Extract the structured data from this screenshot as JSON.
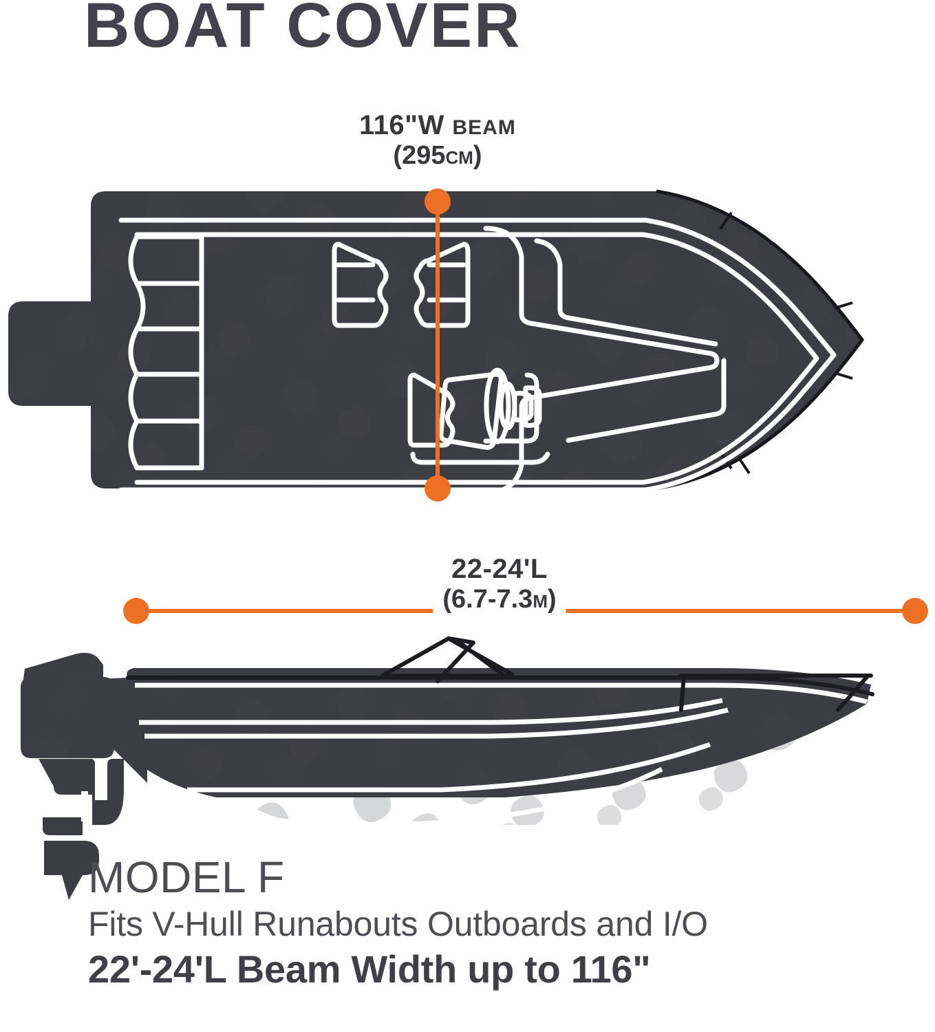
{
  "title": "BOAT COVER",
  "beam": {
    "primary": "116\"W",
    "primary_suffix": "BEAM",
    "metric": "(295",
    "metric_unit": "CM",
    "metric_close": ")"
  },
  "length": {
    "primary": "22-24'L",
    "metric": "(6.7-7.3",
    "metric_unit": "M",
    "metric_close": ")"
  },
  "model": {
    "name": "MODEL F",
    "fits": "Fits V-Hull Runabouts Outboards and I/O",
    "size": "22'-24'L Beam Width up to 116\""
  },
  "colors": {
    "accent_orange": "#ED7024",
    "cover_dark": "#3c3d43",
    "cover_dark_alt": "#35363c",
    "outline_white": "#ffffff",
    "text_dark": "#43424a",
    "rail_black": "#1c1c20"
  },
  "figures": {
    "top_view": {
      "label": "boat-cover-top-view",
      "parts": [
        "outboard-motor-block",
        "cover-body",
        "stern-bench-seats",
        "twin-facing-seats",
        "helm-console",
        "steering-wheel",
        "bow-walkway"
      ]
    },
    "side_view": {
      "label": "boat-cover-side-view",
      "parts": [
        "outboard-motor",
        "propeller-lower-unit",
        "hull",
        "hull-stripes",
        "windshield-frame",
        "bow-rail"
      ]
    }
  },
  "dimension_lines": {
    "beam_orientation": "vertical",
    "length_orientation": "horizontal"
  }
}
